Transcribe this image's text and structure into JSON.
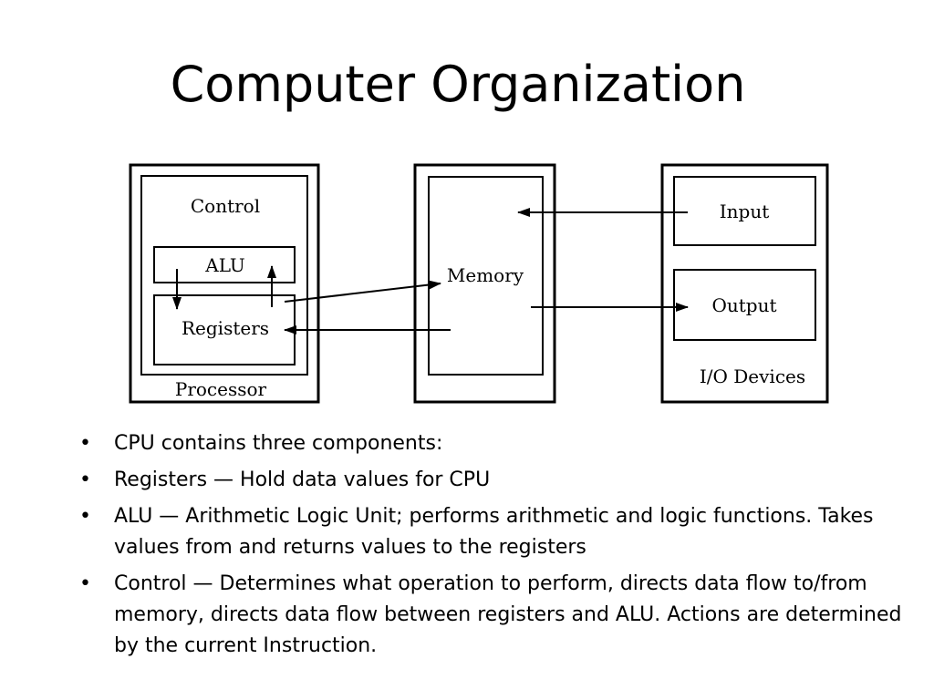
{
  "slide": {
    "title": "Computer Organization"
  },
  "diagram": {
    "processor": {
      "label": "Processor",
      "control_label": "Control",
      "alu_label": "ALU",
      "registers_label": "Registers"
    },
    "memory": {
      "label": "Memory"
    },
    "io": {
      "label": "I/O Devices",
      "input_label": "Input",
      "output_label": "Output"
    }
  },
  "bullets": {
    "symbol": "•",
    "items": [
      "CPU contains three components:",
      "Registers — Hold data values for CPU",
      "ALU — Arithmetic Logic Unit; performs arithmetic and logic functions. Takes values from and returns values to the registers",
      "Control — Determines what operation to perform, directs data flow to/from memory, directs data flow between registers and ALU. Actions are determined by the current Instruction."
    ]
  }
}
